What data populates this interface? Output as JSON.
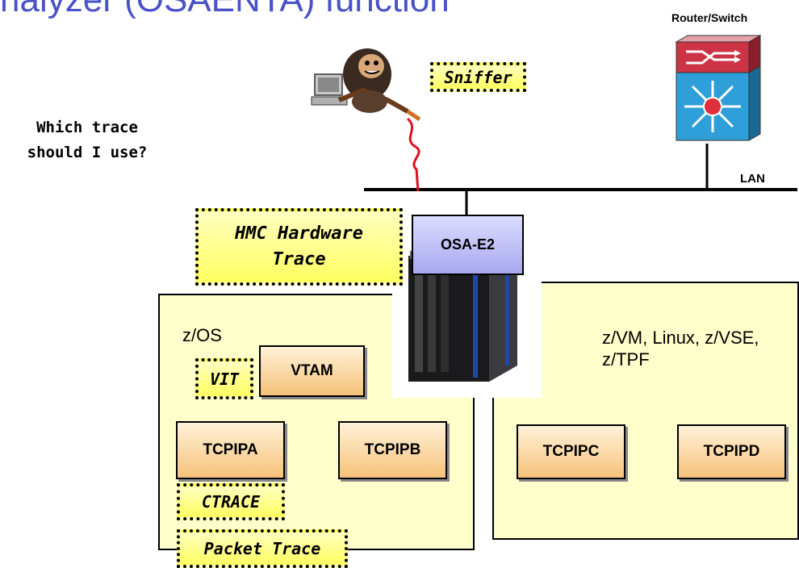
{
  "title": "nalyzer (OSAENTA) function",
  "router_label": "Router/Switch",
  "question": "Which trace should I use?",
  "lan_label": "LAN",
  "traces": {
    "sniffer": "Sniffer",
    "hmc": "HMC Hardware Trace",
    "vit": "VIT",
    "ctrace": "CTRACE",
    "packet": "Packet Trace"
  },
  "osa_label": "OSA-E2",
  "zos_label": "z/OS",
  "zvm_label": "z/VM, Linux, z/VSE, z/TPF",
  "components": {
    "vtam": "VTAM",
    "tcpipa": "TCPIPA",
    "tcpipb": "TCPIPB",
    "tcpipc": "TCPIPC",
    "tcpipd": "TCPIPD"
  },
  "colors": {
    "title": "#4a52c8",
    "panel": "#ffffcc",
    "trace_box": "#ffff60",
    "component": "#f6c27a",
    "osa": "#a8a8f0",
    "router_top": "#cc3344",
    "router_bottom": "#2e9fd8",
    "sniffer_cable": "#e0101c"
  }
}
